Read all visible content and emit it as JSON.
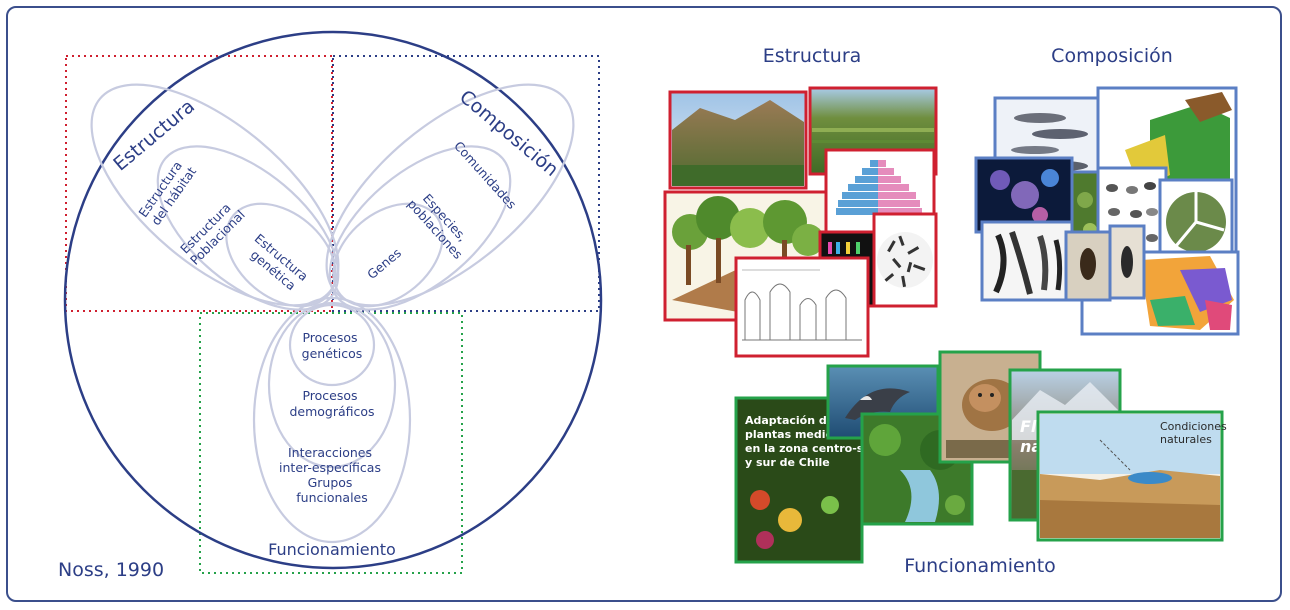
{
  "diagram": {
    "citation": "Noss, 1990",
    "estructura": "Estructura",
    "composicion": "Composición",
    "funcionamiento": "Funcionamiento",
    "estructura_items": {
      "habitat": [
        "Estructura",
        "del hábitat"
      ],
      "poblacional": [
        "Estructura",
        "Poblacional"
      ],
      "genetica": [
        "Estructura",
        "genética"
      ]
    },
    "composicion_items": {
      "comunidades": "Comunidades",
      "especies": [
        "Especies,",
        "poblaciones"
      ],
      "genes": "Genes"
    },
    "funcionamiento_items": {
      "geneticos": [
        "Procesos",
        "genéticos"
      ],
      "demograficos": [
        "Procesos",
        "demográficos"
      ],
      "interacciones": [
        "Interacciones",
        "inter-específicas",
        "Grupos",
        "funcionales"
      ]
    }
  },
  "collage": {
    "estructura": "Estructura",
    "composicion": "Composición",
    "funcionamiento": "Funcionamiento",
    "book_title": [
      "Adaptación de",
      "plantas medicinales",
      "en la zona centro-sur",
      "y sur de Chile"
    ],
    "flora_title": [
      "Flora",
      "nativa"
    ],
    "condiciones": [
      "Condiciones",
      "naturales"
    ]
  },
  "colors": {
    "navy": "#2c3e86",
    "red": "#cf2030",
    "green": "#25a24a",
    "blue": "#5b7fc4",
    "petal": "#c7cbe0"
  }
}
